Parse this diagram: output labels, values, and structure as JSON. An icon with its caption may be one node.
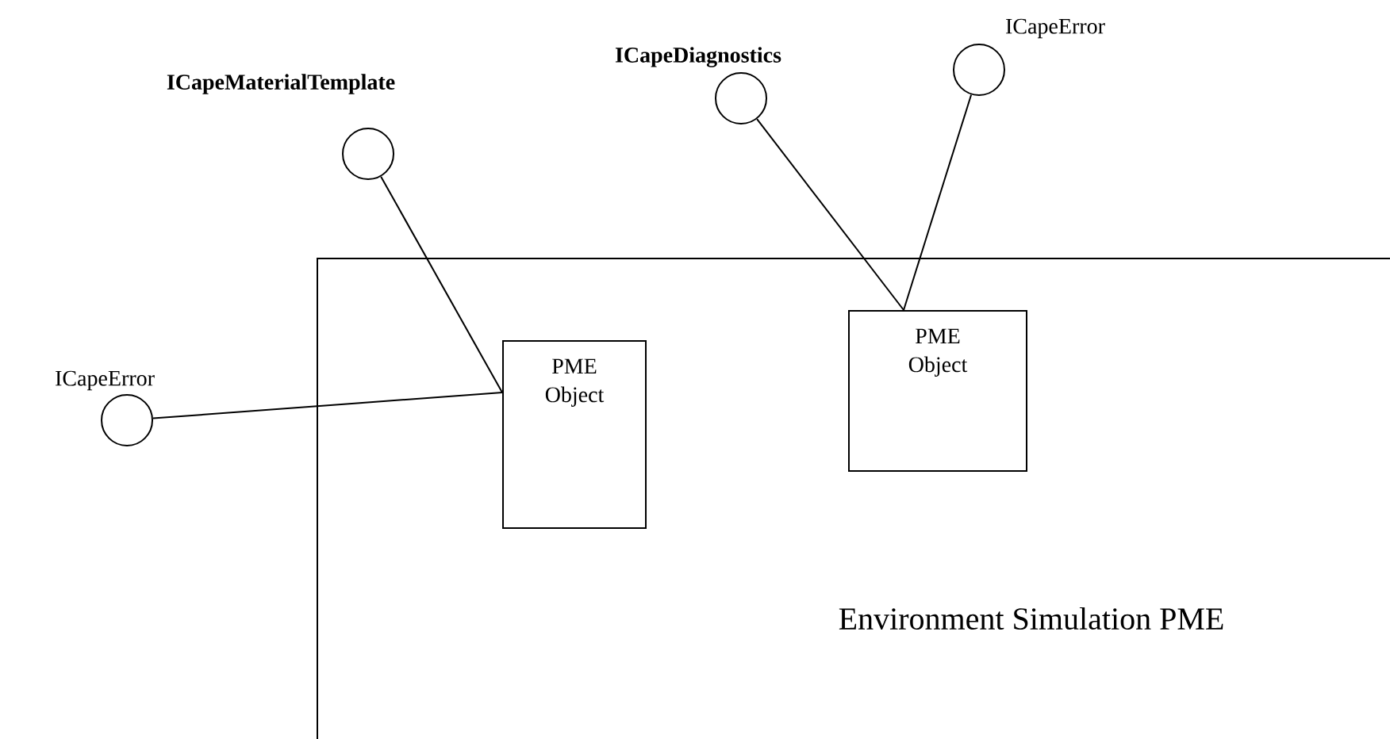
{
  "diagram": {
    "nodes": [
      {
        "text": [
          "Environment Simulation PME"
        ]
      },
      {
        "text": [
          "PME Object"
        ],
        "in": 0
      },
      {
        "text": [
          "PME Object"
        ],
        "in": 0
      },
      {
        "text": [
          "ICapeMaterialTemplate"
        ]
      },
      {
        "text": [
          "ICapeError"
        ]
      },
      {
        "text": [
          "ICapeDiagnostics"
        ]
      },
      {
        "text": [
          "ICapeError"
        ]
      }
    ],
    "edges": [
      {
        "from": 3,
        "to": 1,
        "arrow": "none"
      },
      {
        "from": 4,
        "to": 1,
        "arrow": "none"
      },
      {
        "from": 5,
        "to": 2,
        "arrow": "none"
      },
      {
        "from": 6,
        "to": 2,
        "arrow": "none"
      }
    ]
  }
}
